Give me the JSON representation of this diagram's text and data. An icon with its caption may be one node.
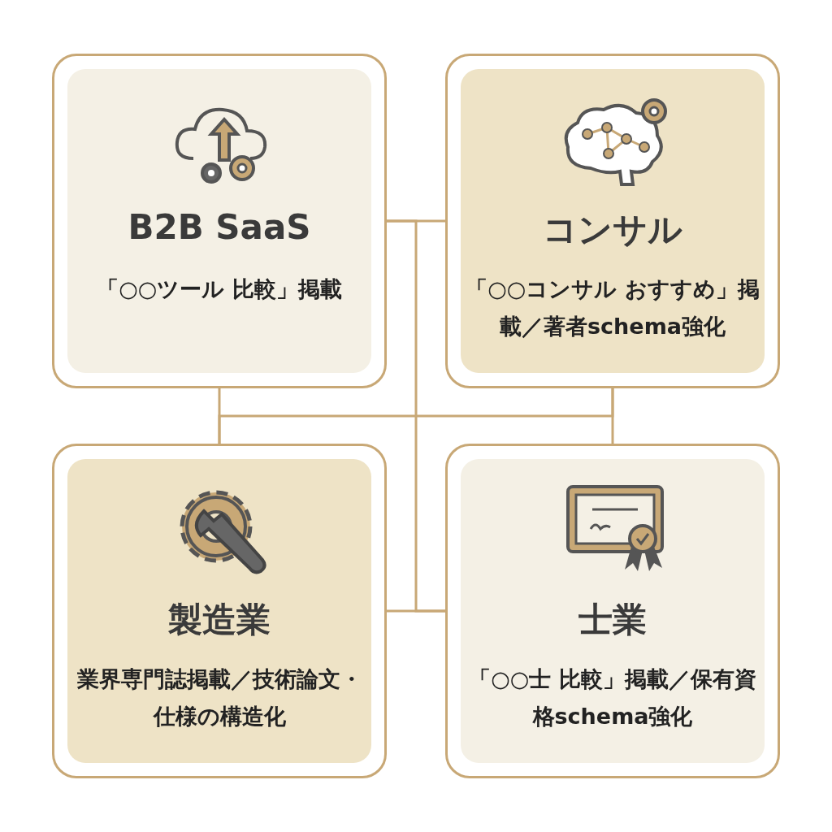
{
  "diagram": {
    "nodes": [
      {
        "text": [
          "B2B SaaS",
          "「○○ツール 比較」掲載"
        ]
      },
      {
        "text": [
          "コンサル",
          "「○○コンサル おすすめ」掲載／著者schema強化"
        ]
      },
      {
        "text": [
          "製造業",
          "業界専門誌掲載／技術論文・仕様の構造化"
        ]
      },
      {
        "text": [
          "士業",
          "「○○士 比較」掲載／保有資格schema強化"
        ]
      }
    ],
    "edges": [
      {
        "from": 0,
        "to": 1,
        "arrow": "none"
      },
      {
        "from": 2,
        "to": 3,
        "arrow": "none"
      },
      {
        "from": 0,
        "to": 2,
        "arrow": "none"
      },
      {
        "from": 1,
        "to": 3,
        "arrow": "none"
      },
      {
        "from": 0,
        "to": 3,
        "arrow": "none"
      },
      {
        "from": 1,
        "to": 2,
        "arrow": "none"
      }
    ]
  }
}
